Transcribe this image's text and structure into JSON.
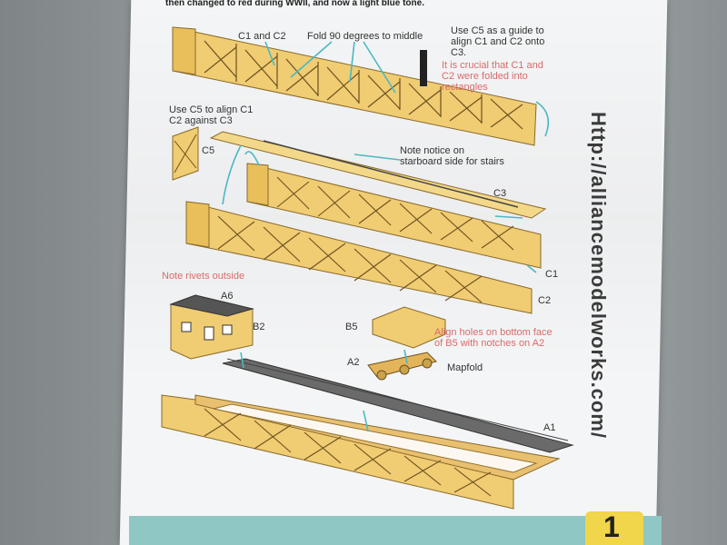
{
  "top_text": "then changed to red during WWII, and now a light blue tone.",
  "labels": {
    "c1_c2": "C1 and C2",
    "fold": "Fold 90 degrees to middle",
    "use_c5_guide": "Use C5 as a guide to\nalign C1 and C2 onto\nC3.",
    "crucial": "It is crucial that C1 and\nC2 were folded into\nrectangles",
    "use_c5_align": "Use C5 to align C1\nC2 against C3",
    "c5": "C5",
    "note_notice": "Note notice on\nstarboard side for stairs",
    "c3": "C3",
    "note_rivets": "Note rivets outside",
    "c1": "C1",
    "c2": "C2",
    "a6": "A6",
    "b2": "B2",
    "b5": "B5",
    "align_holes": "Align holes on bottom face\nof B5 with notches on A2",
    "a2": "A2",
    "mapfold": "Mapfold",
    "a1": "A1"
  },
  "url": "Http://alliancemodelworks.com/",
  "page_number": "1"
}
